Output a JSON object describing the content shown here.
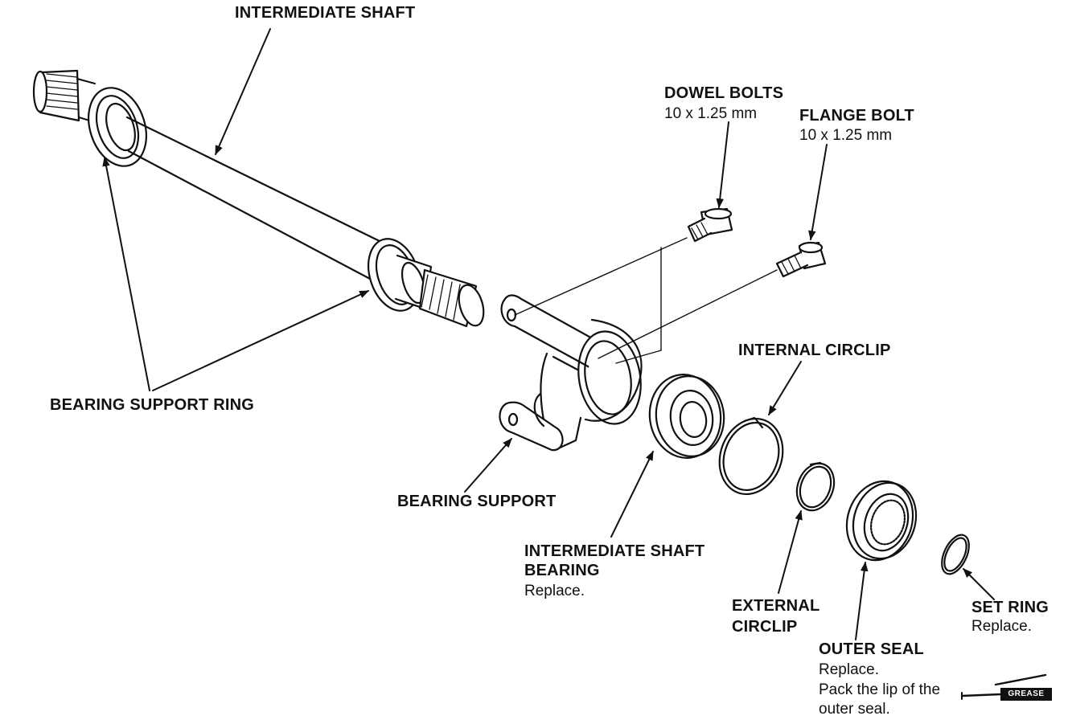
{
  "labels": {
    "intermediate_shaft": "INTERMEDIATE SHAFT",
    "dowel_bolts": "DOWEL BOLTS",
    "dowel_bolts_size": "10 x 1.25 mm",
    "flange_bolt": "FLANGE BOLT",
    "flange_bolt_size": "10 x 1.25 mm",
    "internal_circlip": "INTERNAL CIRCLIP",
    "bearing_support_ring": "BEARING SUPPORT RING",
    "bearing_support": "BEARING SUPPORT",
    "intermediate_shaft_bearing_1": "INTERMEDIATE SHAFT",
    "intermediate_shaft_bearing_2": "BEARING",
    "intermediate_shaft_bearing_note": "Replace.",
    "external_circlip_1": "EXTERNAL",
    "external_circlip_2": "CIRCLIP",
    "set_ring": "SET RING",
    "set_ring_note": "Replace.",
    "outer_seal": "OUTER SEAL",
    "outer_seal_note_1": "Replace.",
    "outer_seal_note_2": "Pack the lip of the",
    "outer_seal_note_3": "outer seal.",
    "grease": "GREASE"
  },
  "colors": {
    "ink": "#111111",
    "background": "#ffffff"
  }
}
